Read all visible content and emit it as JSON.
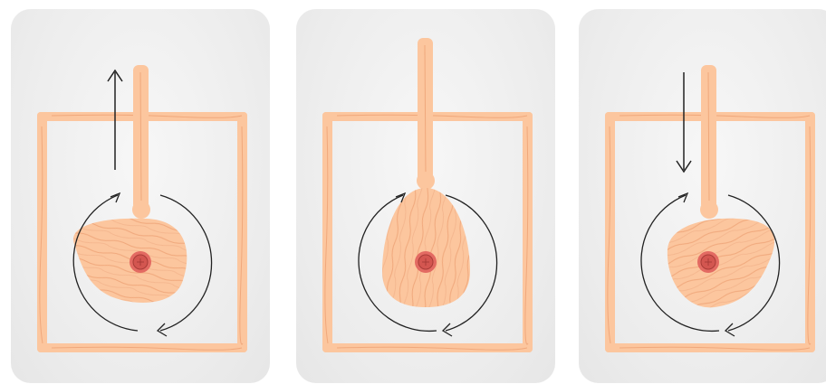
{
  "panels": [
    {
      "id": "cam-panel-rising",
      "follower_motion": "up",
      "cam_orientation": "left-lobe"
    },
    {
      "id": "cam-panel-top-dead-center",
      "follower_motion": "none",
      "cam_orientation": "top-lobe"
    },
    {
      "id": "cam-panel-falling",
      "follower_motion": "down",
      "cam_orientation": "right-lobe"
    }
  ],
  "colors": {
    "wood": "#fcc69e",
    "wood_grain": "#f0a87c",
    "wood_edge": "#f4b48a",
    "panel_bg": "#ededed",
    "axle_outer": "#e36a62",
    "axle_inner": "#c14a44",
    "arrow": "#222222"
  },
  "icons": [
    "wood-frame",
    "follower-rod",
    "cam",
    "axle",
    "rotation-arrow-clockwise",
    "motion-arrow"
  ]
}
